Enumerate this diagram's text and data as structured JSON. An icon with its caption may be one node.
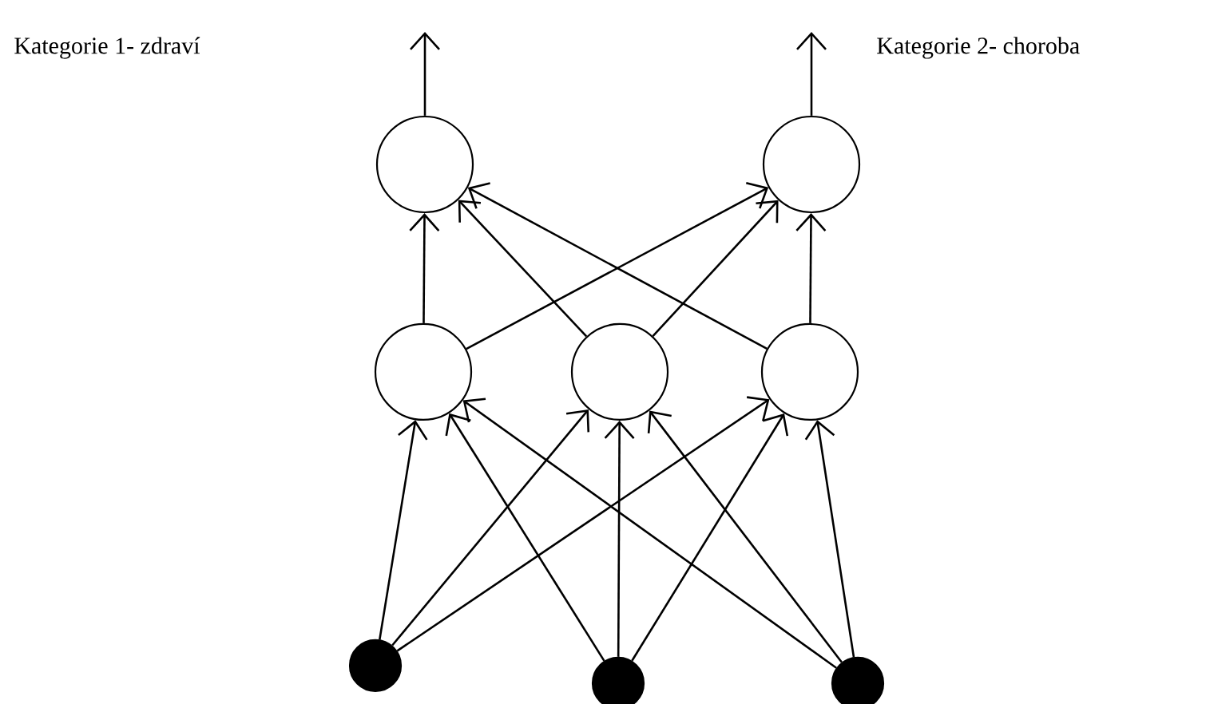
{
  "diagram": {
    "nodes": [
      {
        "text": [],
        "shape": "circle"
      },
      {
        "text": [],
        "shape": "circle"
      },
      {
        "text": [],
        "shape": "circle"
      },
      {
        "text": [],
        "shape": "circle"
      },
      {
        "text": [],
        "shape": "circle"
      },
      {
        "text": [],
        "shape": "circle"
      },
      {
        "text": [],
        "shape": "circle"
      },
      {
        "text": [],
        "shape": "circle"
      }
    ],
    "edges": [
      {
        "from": 0,
        "to": null,
        "arrow": "to"
      },
      {
        "from": 1,
        "to": null,
        "arrow": "to"
      },
      {
        "from": 2,
        "to": 0,
        "arrow": "to"
      },
      {
        "from": 2,
        "to": 1,
        "arrow": "to"
      },
      {
        "from": 3,
        "to": 0,
        "arrow": "to"
      },
      {
        "from": 3,
        "to": 1,
        "arrow": "to"
      },
      {
        "from": 4,
        "to": 0,
        "arrow": "to"
      },
      {
        "from": 4,
        "to": 1,
        "arrow": "to"
      },
      {
        "from": 5,
        "to": 2,
        "arrow": "to"
      },
      {
        "from": 5,
        "to": 3,
        "arrow": "to"
      },
      {
        "from": 5,
        "to": 4,
        "arrow": "to"
      },
      {
        "from": 6,
        "to": 2,
        "arrow": "to"
      },
      {
        "from": 6,
        "to": 3,
        "arrow": "to"
      },
      {
        "from": 6,
        "to": 4,
        "arrow": "to"
      },
      {
        "from": 7,
        "to": 2,
        "arrow": "to"
      },
      {
        "from": 7,
        "to": 3,
        "arrow": "to"
      },
      {
        "from": 7,
        "to": 4,
        "arrow": "to"
      }
    ],
    "labels": [
      "Kategorie 1- zdraví",
      "Kategorie 2- choroba"
    ]
  }
}
